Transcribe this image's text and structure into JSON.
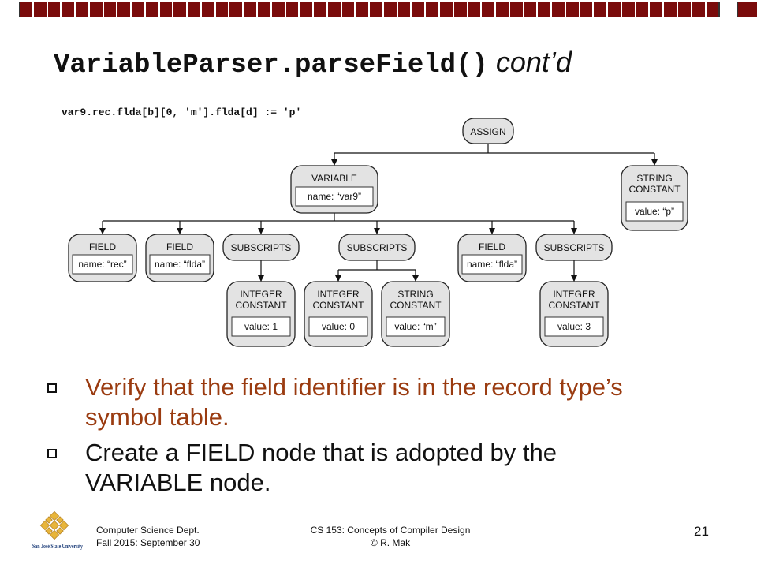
{
  "slide": {
    "title_code": "VariableParser.parseField()",
    "title_suffix": "cont’d",
    "statement": "var9.rec.flda[b][0, 'm'].flda[d] := 'p'"
  },
  "tree": {
    "assign": "ASSIGN",
    "variable": {
      "label": "VARIABLE",
      "value": "name: “var9”"
    },
    "string_constant_top": {
      "line1": "STRING",
      "line2": "CONSTANT",
      "value": "value: “p”"
    },
    "field_rec": {
      "label": "FIELD",
      "value": "name: “rec”"
    },
    "field_flda_1": {
      "label": "FIELD",
      "value": "name: “flda”"
    },
    "subscripts_1": {
      "label": "SUBSCRIPTS"
    },
    "subscripts_2": {
      "label": "SUBSCRIPTS"
    },
    "field_flda_2": {
      "label": "FIELD",
      "value": "name: “flda”"
    },
    "subscripts_3": {
      "label": "SUBSCRIPTS"
    },
    "int_const_b": {
      "line1": "INTEGER",
      "line2": "CONSTANT",
      "value": "value: 1"
    },
    "int_const_0": {
      "line1": "INTEGER",
      "line2": "CONSTANT",
      "value": "value: 0"
    },
    "str_const_m": {
      "line1": "STRING",
      "line2": "CONSTANT",
      "value": "value: “m”"
    },
    "int_const_d": {
      "line1": "INTEGER",
      "line2": "CONSTANT",
      "value": "value: 3"
    }
  },
  "bullets": [
    "Verify that the field identifier is in the record type’s symbol table.",
    "Create a FIELD node that is adopted by the VARIABLE node."
  ],
  "footer": {
    "logo_text": "San José State University",
    "dept": "Computer Science Dept.",
    "term": "Fall 2015: September 30",
    "course": "CS 153: Concepts of Compiler Design",
    "author": "© R. Mak",
    "page": "21"
  },
  "colors": {
    "accent_dark_red": "#7a0b0b",
    "bullet_brown": "#9a3b10",
    "logo_gold": "#e8b53a",
    "logo_blue": "#1f3f7a"
  }
}
